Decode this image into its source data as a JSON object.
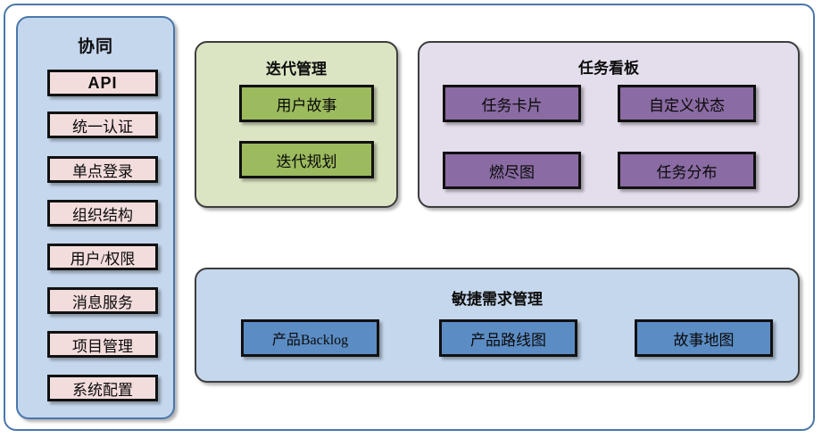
{
  "diagram": {
    "sidebar": {
      "title": "协同",
      "items": [
        {
          "label": "API",
          "style": "latin-bold"
        },
        {
          "label": "统一认证",
          "style": "cjk"
        },
        {
          "label": "单点登录",
          "style": "cjk"
        },
        {
          "label": "组织结构",
          "style": "cjk"
        },
        {
          "label": "用户/权限",
          "style": "cjk"
        },
        {
          "label": "消息服务",
          "style": "cjk"
        },
        {
          "label": "项目管理",
          "style": "cjk"
        },
        {
          "label": "系统配置",
          "style": "cjk"
        }
      ]
    },
    "iteration_panel": {
      "title": "迭代管理",
      "items": [
        {
          "label": "用户故事"
        },
        {
          "label": "迭代规划"
        }
      ]
    },
    "task_panel": {
      "title": "任务看板",
      "items": [
        {
          "label": "任务卡片"
        },
        {
          "label": "自定义状态"
        },
        {
          "label": "燃尽图"
        },
        {
          "label": "任务分布"
        }
      ]
    },
    "agile_panel": {
      "title": "敏捷需求管理",
      "items": [
        {
          "label": "产品Backlog"
        },
        {
          "label": "产品路线图"
        },
        {
          "label": "故事地图"
        }
      ]
    },
    "colors": {
      "frame_border": "#4a77ab",
      "sidebar_bg": "#c5d7ed",
      "sidebar_item_bg": "#f3dcdc",
      "iteration_panel_bg": "#dbe5c3",
      "iteration_item_bg": "#9cba5e",
      "task_panel_bg": "#e4ddeb",
      "task_item_bg": "#8a6ba3",
      "agile_panel_bg": "#c5d7ed",
      "agile_item_bg": "#5b8cc4",
      "item_border": "#111111"
    }
  }
}
